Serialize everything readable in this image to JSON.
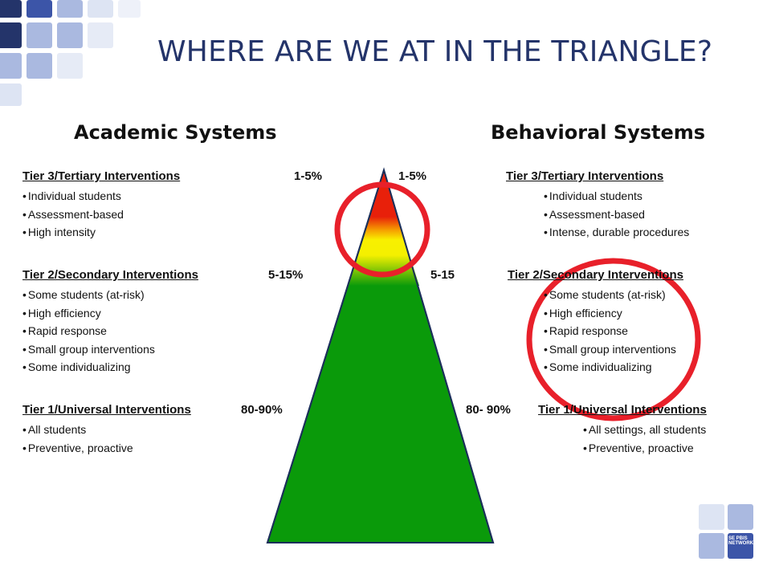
{
  "title": "WHERE ARE WE AT IN THE TRIANGLE?",
  "academic": {
    "heading": "Academic Systems",
    "tier3": {
      "label": "Tier 3/Tertiary Interventions",
      "pct": "1-5%",
      "bullets": [
        "Individual students",
        "Assessment-based",
        "High intensity"
      ]
    },
    "tier2": {
      "label": "Tier 2/Secondary Interventions",
      "pct": "5-15%",
      "bullets": [
        "Some students (at-risk)",
        "High efficiency",
        "Rapid response",
        "Small group interventions",
        "Some individualizing"
      ]
    },
    "tier1": {
      "label": "Tier 1/Universal Interventions",
      "pct": "80-90%",
      "bullets": [
        "All students",
        "Preventive, proactive"
      ]
    }
  },
  "behavioral": {
    "heading": "Behavioral Systems",
    "tier3": {
      "label": "Tier 3/Tertiary Interventions",
      "pct": "1-5%",
      "bullets": [
        "Individual students",
        "Assessment-based",
        "Intense, durable procedures"
      ]
    },
    "tier2": {
      "label": "Tier 2/Secondary Interventions",
      "pct": "5-15",
      "bullets": [
        "Some students (at-risk)",
        "High efficiency",
        "Rapid response",
        "Small group interventions",
        "Some individualizing"
      ]
    },
    "tier1": {
      "label": "Tier 1/Universal Interventions",
      "pct": "80- 90%",
      "bullets": [
        "All settings, all students",
        "Preventive, proactive"
      ]
    }
  },
  "colors": {
    "title": "#24346a",
    "tier1_fill": "#0a9a0a",
    "tier2_fill": "#f4f000",
    "tier3_fill": "#e8200a",
    "circle": "#e8202a"
  },
  "logo": {
    "text": "SE PBIS NETWORK"
  }
}
